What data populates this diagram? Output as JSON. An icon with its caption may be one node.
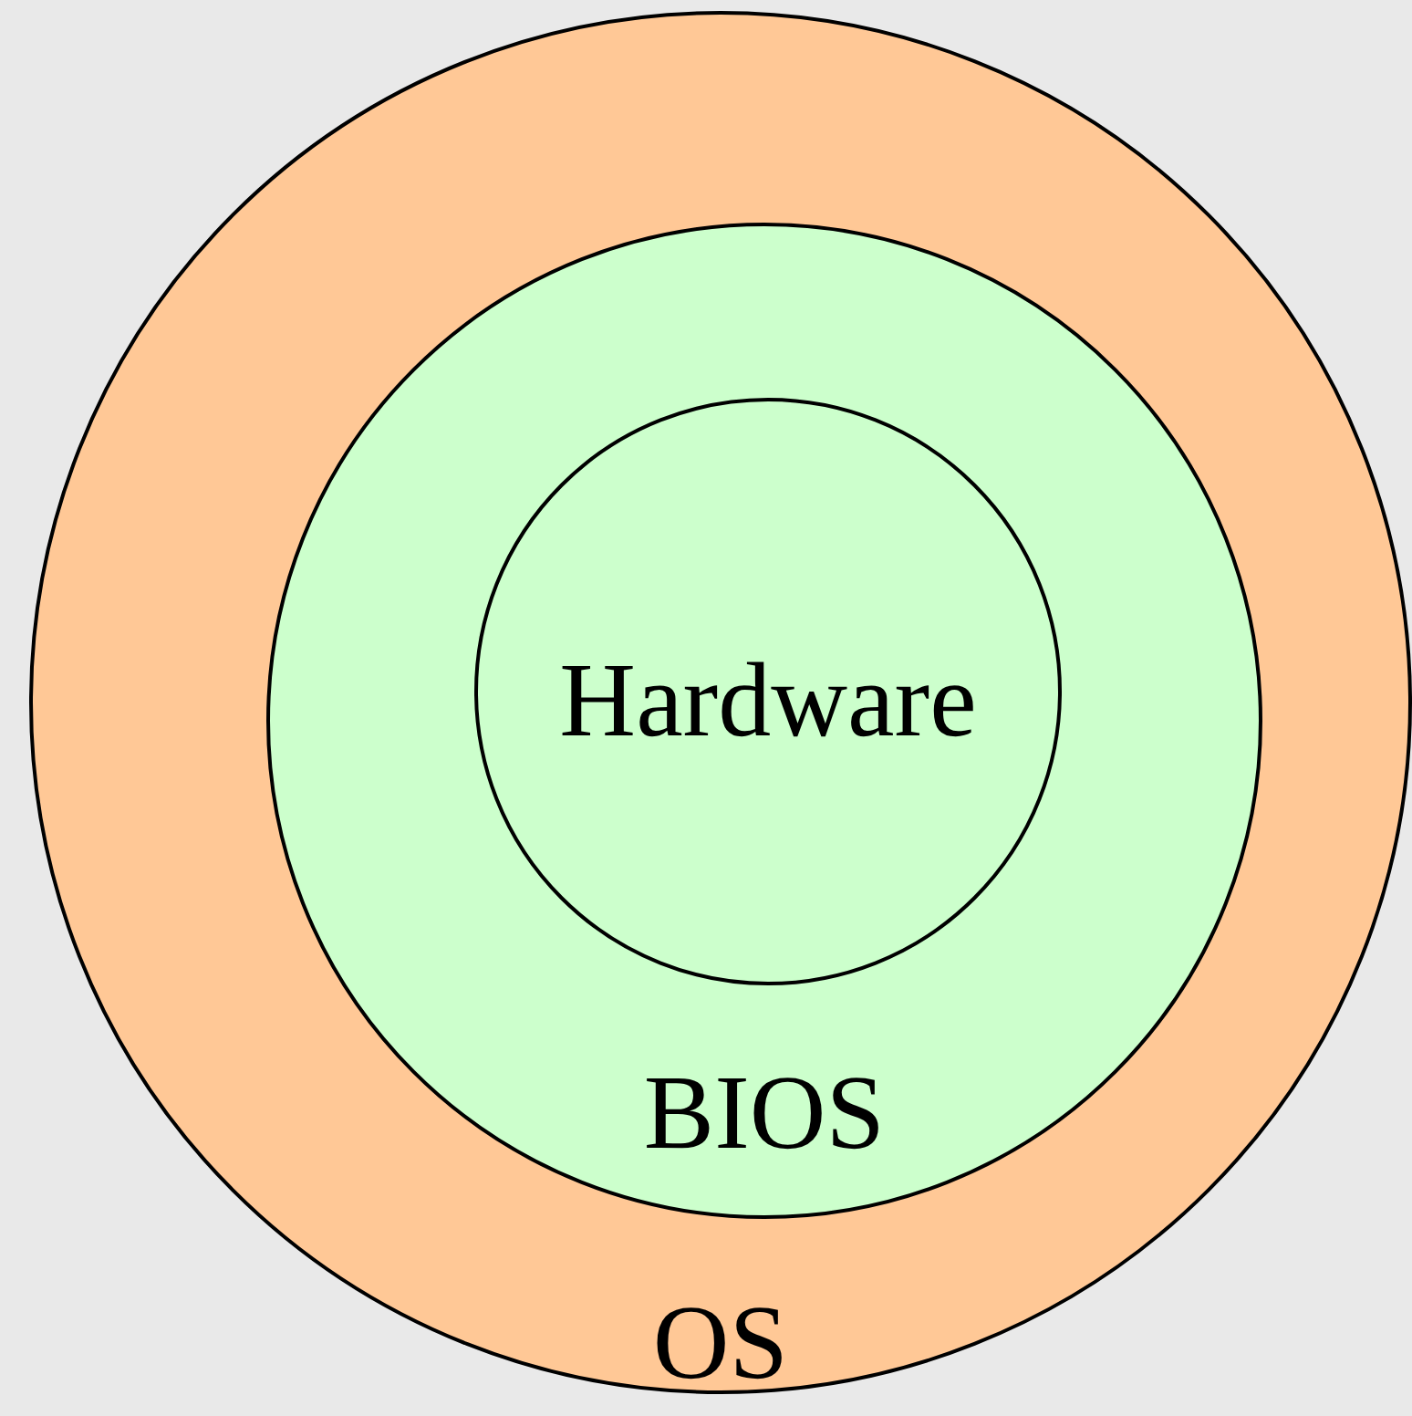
{
  "diagram": {
    "nodes": [
      {
        "text": [
          "OS"
        ]
      },
      {
        "text": [
          "BIOS"
        ],
        "in": 0
      },
      {
        "text": [
          "Hardware"
        ],
        "in": 1
      }
    ]
  }
}
